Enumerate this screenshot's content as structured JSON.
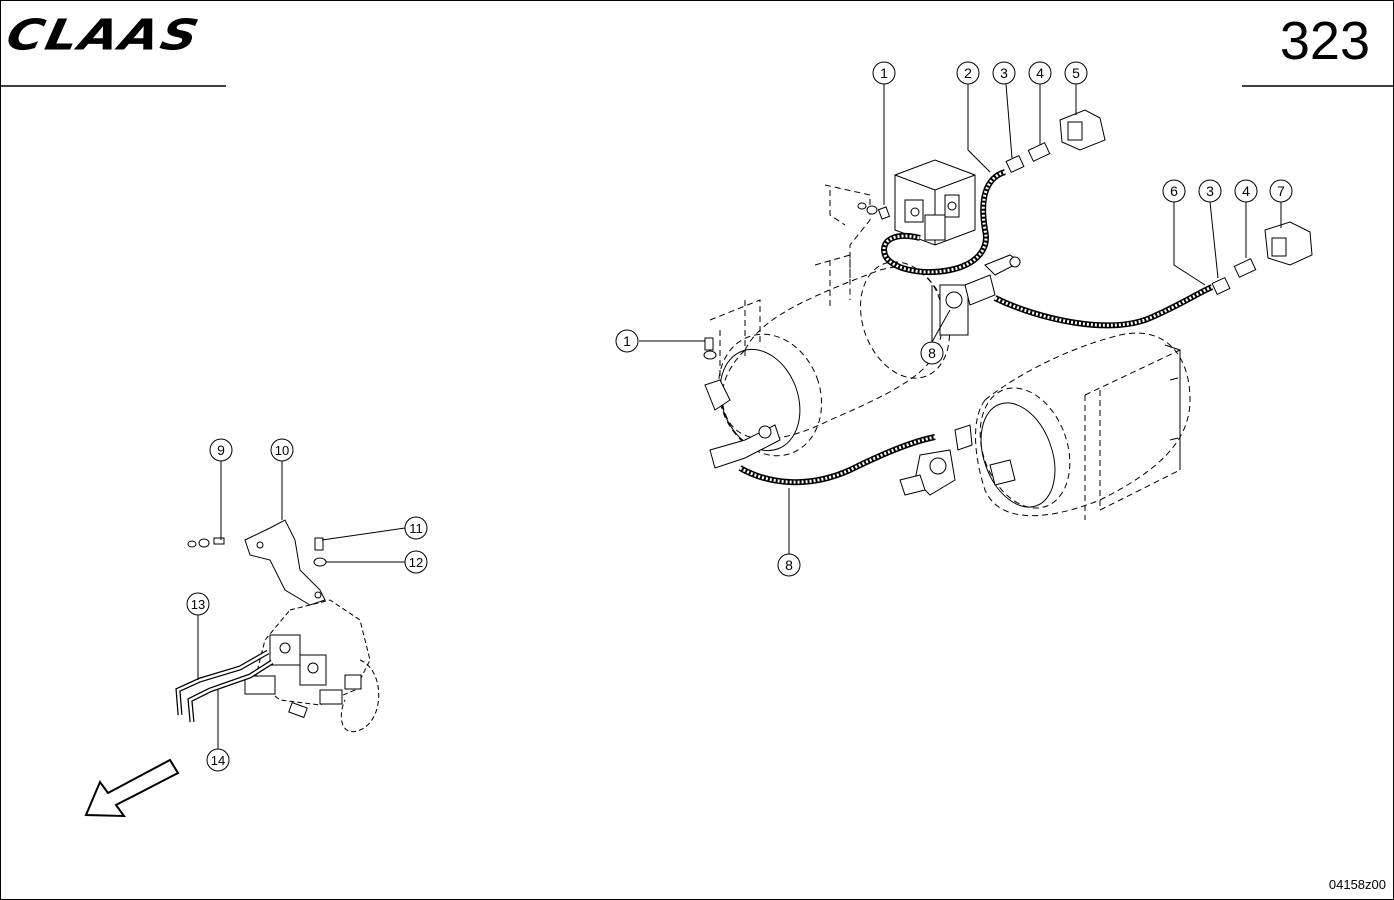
{
  "header": {
    "brand": "CLAAS",
    "page_number": "323"
  },
  "footer": {
    "drawing_code": "04158z00"
  },
  "callouts": [
    {
      "id": "c1-top",
      "label": "1"
    },
    {
      "id": "c2",
      "label": "2"
    },
    {
      "id": "c3-top",
      "label": "3"
    },
    {
      "id": "c4-top",
      "label": "4"
    },
    {
      "id": "c5",
      "label": "5"
    },
    {
      "id": "c6",
      "label": "6"
    },
    {
      "id": "c3-right",
      "label": "3"
    },
    {
      "id": "c4-right",
      "label": "4"
    },
    {
      "id": "c7",
      "label": "7"
    },
    {
      "id": "c1-left",
      "label": "1"
    },
    {
      "id": "c8-mid",
      "label": "8"
    },
    {
      "id": "c8-low",
      "label": "8"
    },
    {
      "id": "c9",
      "label": "9"
    },
    {
      "id": "c10",
      "label": "10"
    },
    {
      "id": "c11",
      "label": "11"
    },
    {
      "id": "c12",
      "label": "12"
    },
    {
      "id": "c13",
      "label": "13"
    },
    {
      "id": "c14",
      "label": "14"
    }
  ],
  "colors": {
    "line": "#000000",
    "background": "#ffffff"
  }
}
